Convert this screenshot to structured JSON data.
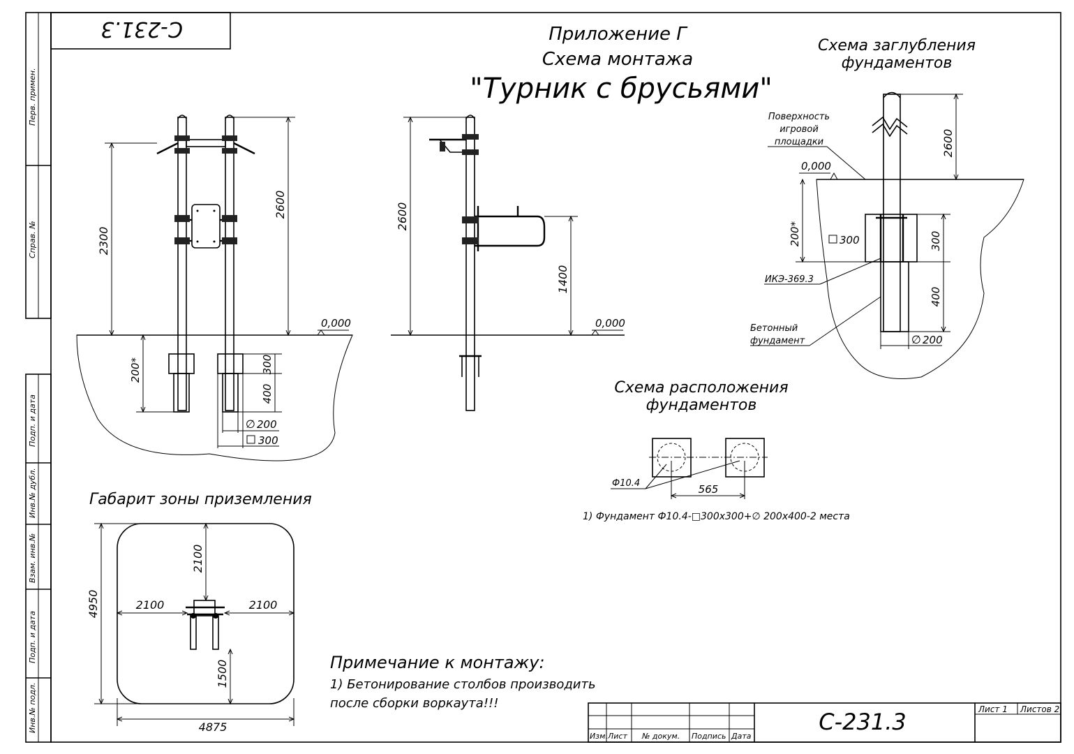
{
  "frame": {
    "drawing_code_top": "С-231.3",
    "side_labels": [
      "Перв. примен.",
      "Справ. №",
      "Подп. и дата",
      "Инв.№ дубл.",
      "Взам. инв.№",
      "Подп. и дата",
      "Инв.№ подл."
    ]
  },
  "title": {
    "line1": "Приложение Г",
    "line2": "Схема монтажа",
    "line3": "\"Турник с брусьями\""
  },
  "front_view": {
    "dim_2300": "2300",
    "dim_2600": "2600",
    "level": "0,000",
    "dim_200": "200*",
    "dim_300": "300",
    "dim_400": "400",
    "dia_200": "200",
    "sq_300": "300"
  },
  "side_view": {
    "dim_2600": "2600",
    "dim_1400": "1400",
    "level": "0,000"
  },
  "depth_scheme": {
    "title_line1": "Схема заглубления",
    "title_line2": "фундаментов",
    "surface_line1": "Поверхность",
    "surface_line2": "игровой",
    "surface_line3": "площадки",
    "level": "0,000",
    "dim_2600": "2600",
    "dim_200": "200*",
    "sq_300": "300",
    "dim_300": "300",
    "dim_400": "400",
    "anchor": "ИКЭ-369.3",
    "concrete_line1": "Бетонный",
    "concrete_line2": "фундамент",
    "dia_200": "200"
  },
  "layout_scheme": {
    "title_line1": "Схема расположения",
    "title_line2": "фундаментов",
    "label": "Ф10.4",
    "dim_565": "565",
    "note": "1) Фундамент Ф10.4-□300x300+∅ 200x400-2 места"
  },
  "landing_zone": {
    "title": "Габарит зоны приземления",
    "dim_4950": "4950",
    "dim_4875": "4875",
    "dim_2100_top": "2100",
    "dim_2100_left": "2100",
    "dim_2100_right": "2100",
    "dim_1500": "1500"
  },
  "notes": {
    "heading": "Примечание к монтажу:",
    "line1": "1) Бетонирование столбов производить",
    "line2": "после сборки воркаута!!!"
  },
  "title_block": {
    "code": "С-231.3",
    "sheet": "Лист 1",
    "sheets": "Листов 2",
    "col_izm": "Изм.",
    "col_list": "Лист",
    "col_doc": "№ докум.",
    "col_sign": "Подпись",
    "col_date": "Дата"
  }
}
